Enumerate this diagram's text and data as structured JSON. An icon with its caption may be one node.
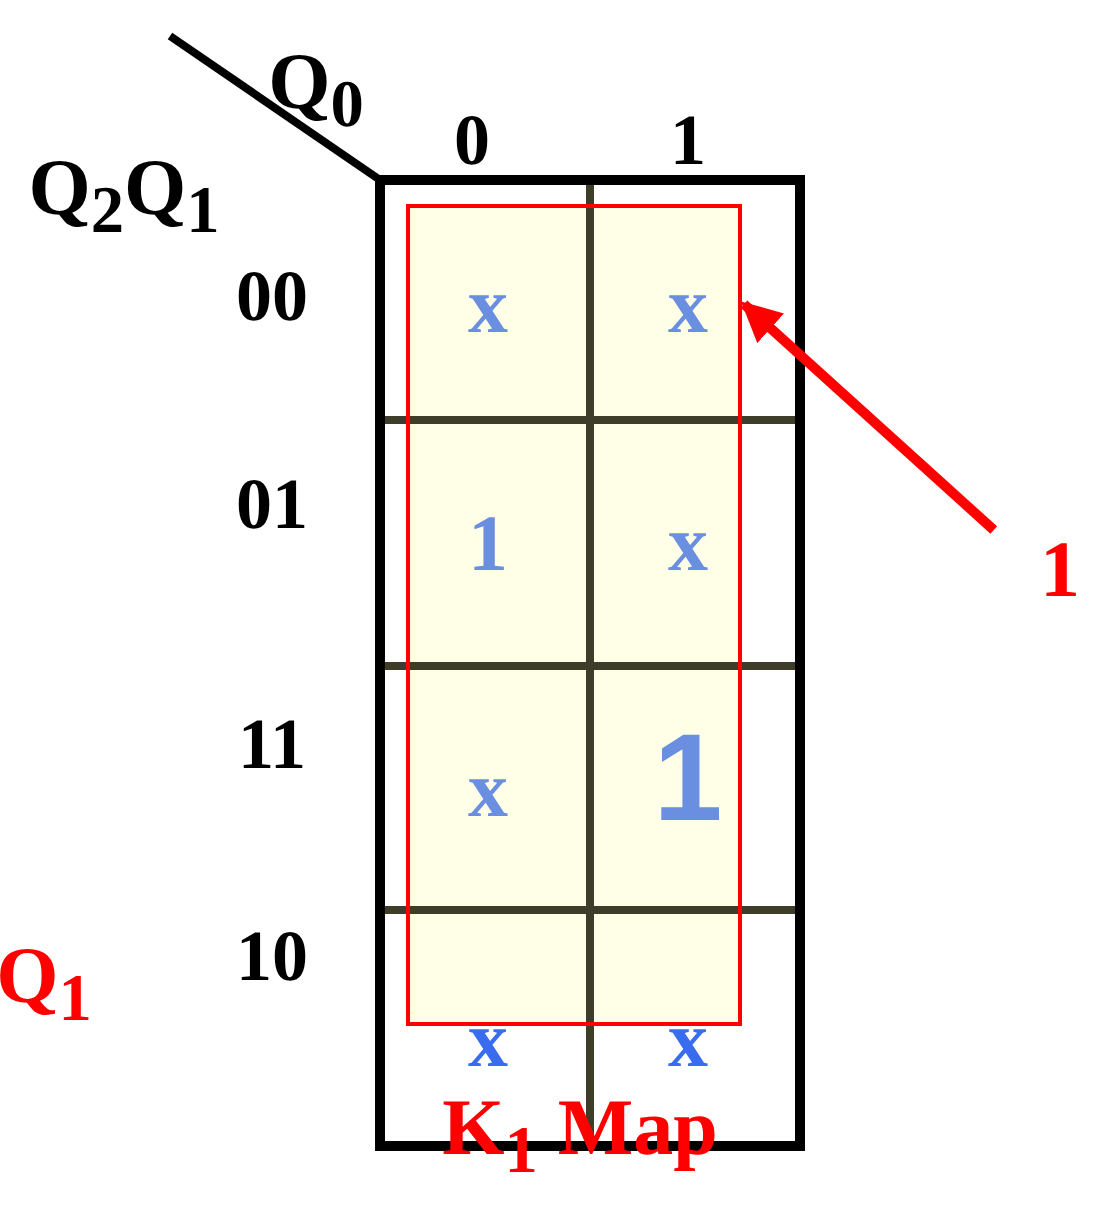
{
  "diagram": {
    "nodes": [
      {
        "text": [],
        "shape": "box"
      },
      {
        "text": [
          "1"
        ]
      }
    ],
    "edges": [
      {
        "from": 1,
        "to": 0,
        "arrow": "to",
        "color": "#ff0000"
      }
    ],
    "labels": [
      "Q$_{0}$",
      "Q$_{2}$Q$_{1}$",
      "0",
      "1",
      "00",
      "x",
      "x",
      "01",
      "1",
      "x",
      "11",
      "x",
      "1",
      "10",
      "x",
      "x",
      "Q$_{1}$",
      "K$_{1}$ Map"
    ]
  }
}
